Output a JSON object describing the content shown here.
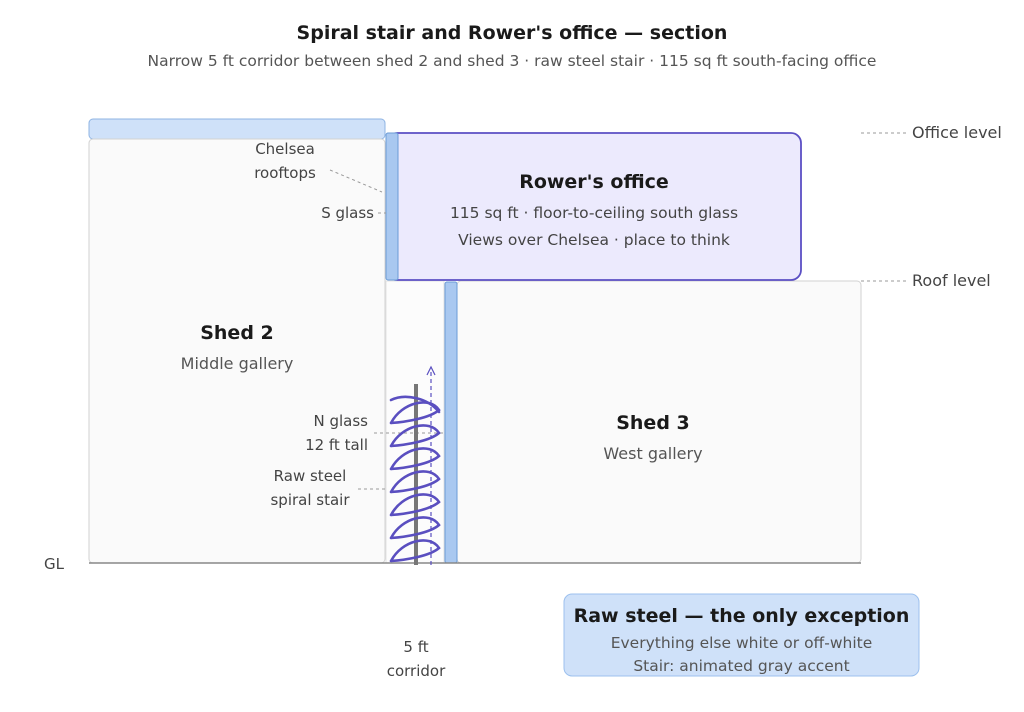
{
  "header": {
    "title": "Spiral stair and Rower's office — section",
    "subtitle": "Narrow 5 ft corridor between shed 2 and shed 3 · raw steel stair · 115 sq ft south-facing office"
  },
  "shed2": {
    "name": "Shed 2",
    "sub": "Middle gallery"
  },
  "shed3": {
    "name": "Shed 3",
    "sub": "West gallery"
  },
  "office": {
    "name": "Rower's office",
    "line1": "115 sq ft · floor-to-ceiling south glass",
    "line2": "Views over Chelsea · place to think"
  },
  "labels": {
    "chelsea_l1": "Chelsea",
    "chelsea_l2": "rooftops",
    "s_glass": "S glass",
    "n_glass_l1": "N glass",
    "n_glass_l2": "12 ft tall",
    "stair_l1": "Raw steel",
    "stair_l2": "spiral stair",
    "office_level": "Office level",
    "roof_level": "Roof level",
    "gl": "GL",
    "corridor_l1": "5 ft",
    "corridor_l2": "corridor"
  },
  "note": {
    "title": "Raw steel — the only exception",
    "line1": "Everything else white or off-white",
    "line2": "Stair: animated gray accent"
  },
  "colors": {
    "office_fill": "#eceafd",
    "office_stroke": "#5b4fc4",
    "glass_fill": "#a9c8f0",
    "glass_stroke": "#6a9bd6",
    "stair": "#5a4fc0",
    "steel_post": "#777777",
    "note_fill": "#cfe1f9",
    "shed_fill": "#fafafa"
  }
}
